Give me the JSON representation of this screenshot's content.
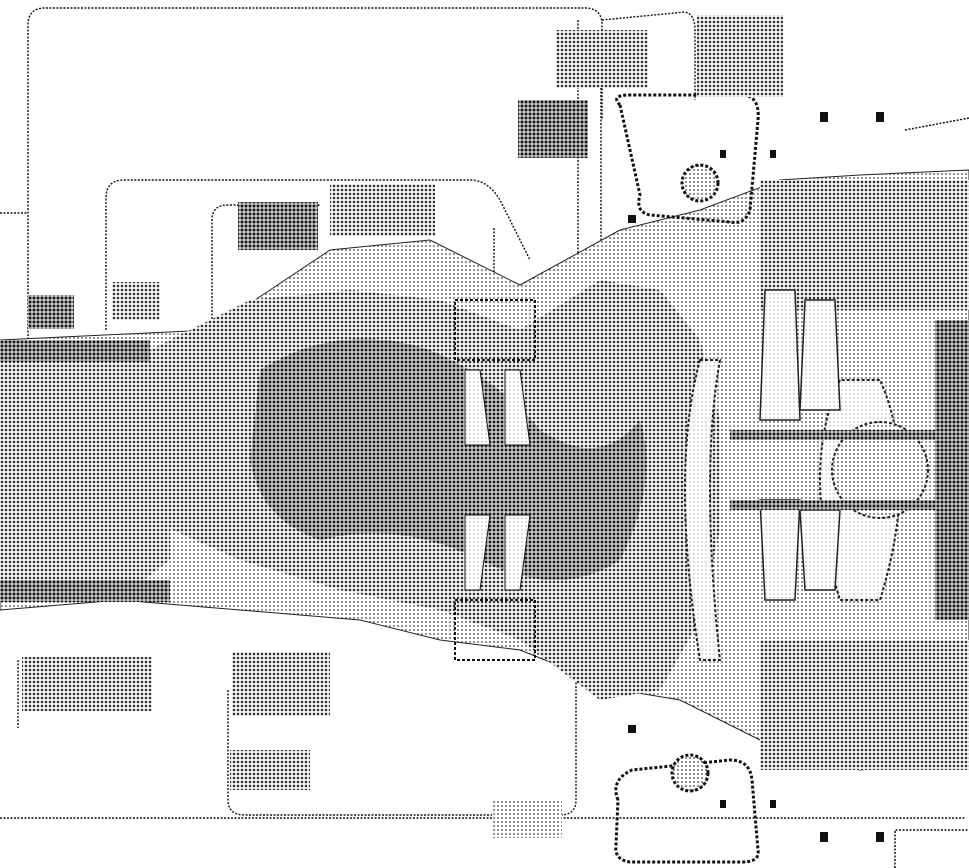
{
  "figure": {
    "style": "halftone-dot technical cross-section drawing",
    "colors": {
      "background": "#ffffff",
      "ink": "#111111",
      "dark_fill": "#2b2b2b",
      "mid_fill": "#6e6e6e",
      "light_fill": "#a9a9a9",
      "pale_fill": "#cfcfcf"
    },
    "callout_boxes": [
      {
        "id": "label-box-top-1",
        "shade": "mid"
      },
      {
        "id": "label-box-top-2",
        "shade": "mid"
      },
      {
        "id": "label-box-top-3",
        "shade": "dark"
      },
      {
        "id": "label-box-mid-1",
        "shade": "dark"
      },
      {
        "id": "label-box-mid-2",
        "shade": "mid"
      },
      {
        "id": "label-box-left-1",
        "shade": "dark"
      },
      {
        "id": "label-box-left-2",
        "shade": "mid"
      },
      {
        "id": "label-box-bottom-1",
        "shade": "mid"
      },
      {
        "id": "label-box-bottom-2",
        "shade": "mid"
      },
      {
        "id": "label-box-bottom-3",
        "shade": "mid"
      },
      {
        "id": "label-box-bottom-4",
        "shade": "light"
      }
    ]
  }
}
